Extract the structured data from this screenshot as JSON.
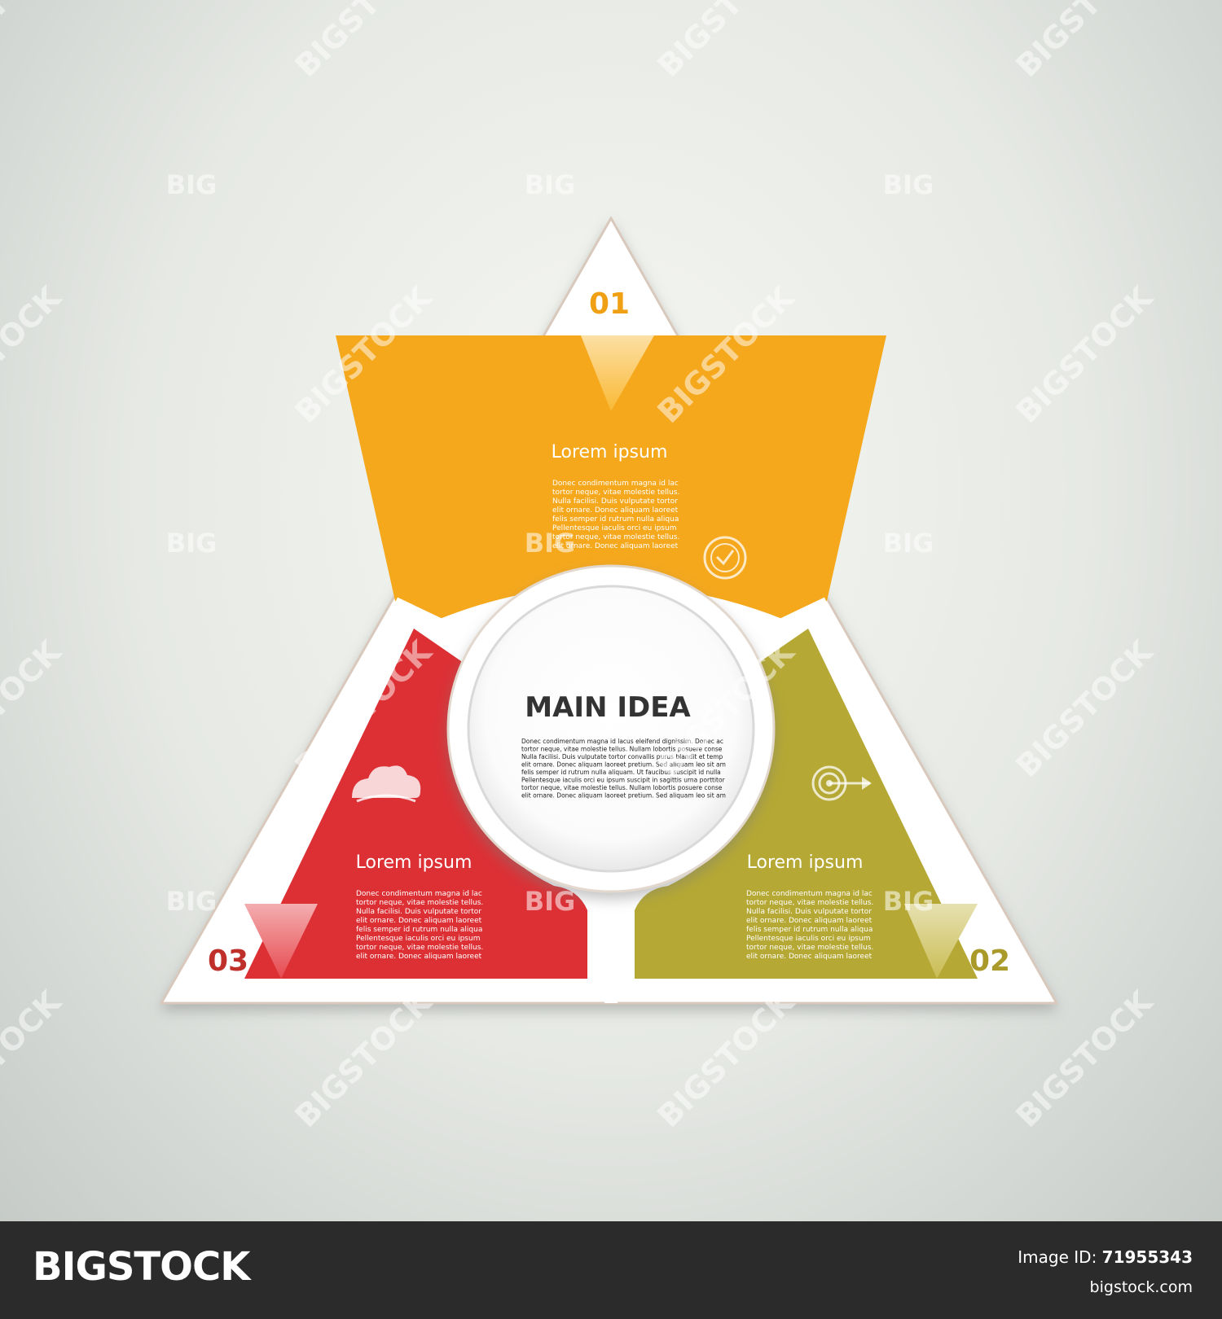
{
  "colors": {
    "segment_1": "#f5a81c",
    "segment_2": "#b5a834",
    "segment_3": "#dc3035",
    "number_1": "#f0a014",
    "number_2": "#a99a2a",
    "number_3": "#c0302a",
    "frame": "#ffffff",
    "footer_bg": "#2b2b2b"
  },
  "diagram": {
    "segments": [
      {
        "number": "01",
        "title": "Lorem ipsum",
        "icon": "clock-icon",
        "body": [
          "Donec condimentum magna id lac",
          "tortor neque, vitae molestie tellus.",
          "Nulla facilisi. Duis vulputate tortor",
          "elit ornare. Donec aliquam laoreet",
          "felis semper id rutrum nulla aliqua",
          "Pellentesque iaculis orci eu ipsum",
          "tortor neque, vitae molestie tellus.",
          "elit ornare. Donec aliquam laoreet"
        ]
      },
      {
        "number": "02",
        "title": "Lorem ipsum",
        "icon": "target-icon",
        "body": [
          "Donec condimentum magna id lac",
          "tortor neque, vitae molestie tellus.",
          "Nulla facilisi. Duis vulputate tortor",
          "elit ornare. Donec aliquam laoreet",
          "felis semper id rutrum nulla aliqua",
          "Pellentesque iaculis orci eu ipsum",
          "tortor neque, vitae molestie tellus.",
          "elit ornare. Donec aliquam laoreet"
        ]
      },
      {
        "number": "03",
        "title": "Lorem ipsum",
        "icon": "cloud-icon",
        "body": [
          "Donec condimentum magna id lac",
          "tortor neque, vitae molestie tellus.",
          "Nulla facilisi. Duis vulputate tortor",
          "elit ornare. Donec aliquam laoreet",
          "felis semper id rutrum nulla aliqua",
          "Pellentesque iaculis orci eu ipsum",
          "tortor neque, vitae molestie tellus.",
          "elit ornare. Donec aliquam laoreet"
        ]
      }
    ],
    "center": {
      "title": "MAIN IDEA",
      "body": [
        "Donec condimentum magna id lacus eleifend dignissim. Donec ac",
        "tortor neque, vitae molestie tellus. Nullam lobortis posuere conse",
        "Nulla facilisi. Duis vulputate tortor convallis purus blandit et temp",
        "elit ornare. Donec aliquam laoreet pretium. Sed aliquam leo sit am",
        "felis semper id rutrum nulla aliquam. Ut faucibus suscipit id nulla",
        "Pellentesque iaculis orci eu ipsum suscipit in sagittis urna porttitor",
        "tortor neque, vitae molestie tellus. Nullam lobortis posuere conse",
        "elit ornare. Donec aliquam laoreet pretium. Sed aliquam leo sit am"
      ]
    }
  },
  "watermark": {
    "big": "BIG",
    "stock": "BIGSTOCK"
  },
  "footer": {
    "logo": "BIGSTOCK",
    "image_id_label": "Image ID:",
    "image_id": "71955343",
    "url": "bigstock.com"
  }
}
